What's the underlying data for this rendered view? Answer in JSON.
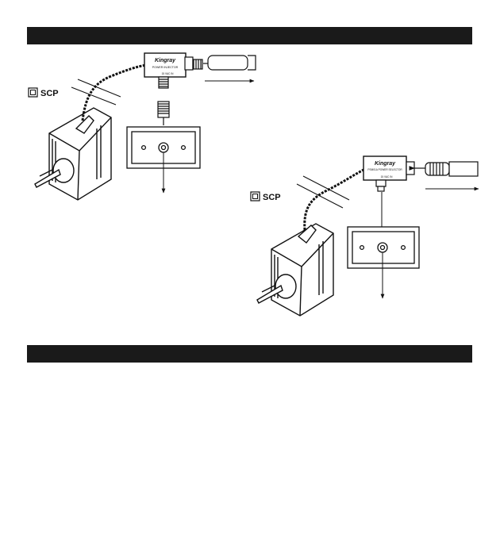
{
  "sections": [
    {
      "id": "top",
      "heading": ""
    },
    {
      "id": "bottom",
      "heading": ""
    }
  ],
  "installations": [
    {
      "id": "left",
      "adaptor_label": "SCP",
      "device_brand": "Kingray",
      "device_model": "POWER INJECTOR",
      "device_small_text": "15 VAC IN"
    },
    {
      "id": "right",
      "adaptor_label": "SCP",
      "device_brand": "Kingray",
      "device_model": "PSM01A POWER SELECTOR",
      "device_small_text": "15 VAC IN"
    }
  ],
  "colors": {
    "bar": "#1a1a1a",
    "ink": "#111111",
    "paper": "#ffffff"
  }
}
